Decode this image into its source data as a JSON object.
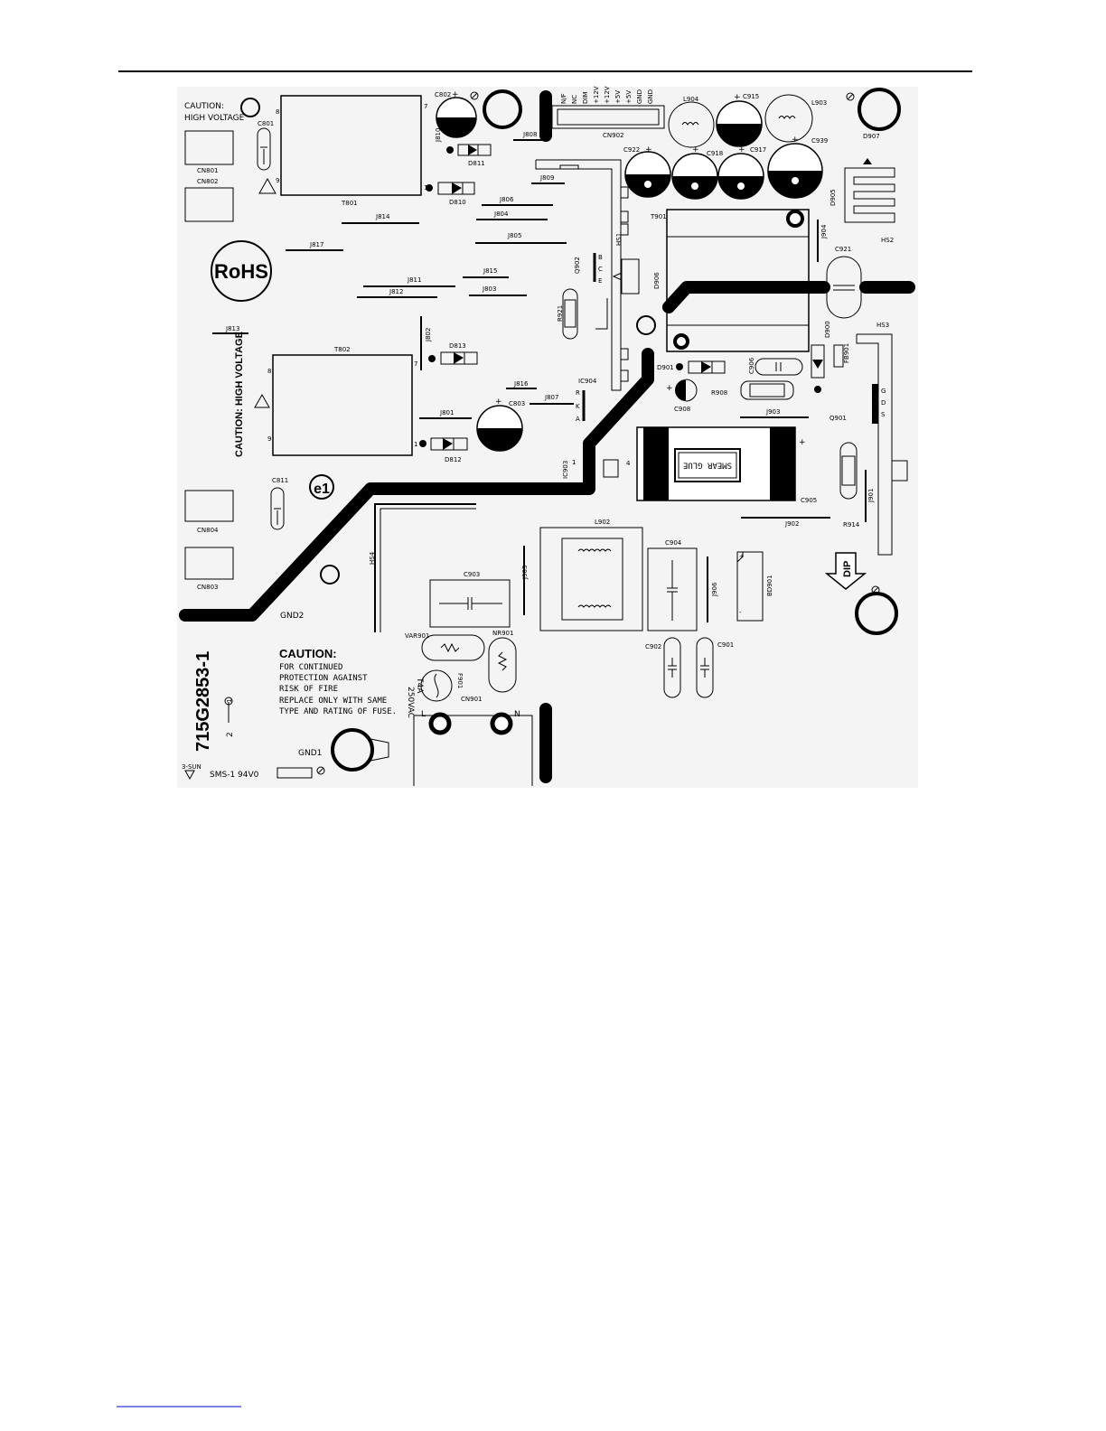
{
  "top_rule_color": "#000000",
  "bottom_link_color": "#0000cc",
  "labels": {
    "caution_hv": [
      "CAUTION:",
      "HIGH VOLTAGE"
    ],
    "rohs": "RoHS",
    "e1": "e1",
    "board_id": "715G2853-1",
    "dip": "DIP",
    "smear_glue": "SMEAR GLUE",
    "gnd2": "GND2",
    "gnd1": "GND1",
    "fuse_rating": [
      "T4A",
      "250VAC"
    ],
    "mains_l": "L",
    "mains_n": "N",
    "cert": "SMS-1 94V0",
    "cert_brand": "3-SUN",
    "vert_caution": "CAUTION: HIGH VOLTAGE"
  },
  "fire_caution": {
    "title": "CAUTION:",
    "lines": [
      "FOR CONTINUED",
      "PROTECTION AGAINST",
      "RISK OF FIRE",
      "REPLACE ONLY WITH SAME",
      "TYPE AND RATING OF FUSE."
    ]
  },
  "cn902_pins": [
    "N/F",
    "NC",
    "DIM",
    "+12V",
    "+12V",
    "+5V",
    "+5V",
    "GND",
    "GND"
  ],
  "refs": {
    "c801": "C801",
    "cn801": "CN801",
    "cn802": "CN802",
    "t801": "T801",
    "c802": "C802",
    "j810": "J810",
    "d811": "D811",
    "d810": "D810",
    "j808": "J808",
    "j809": "J809",
    "j806": "J806",
    "j804": "J804",
    "j805": "J805",
    "j814": "J814",
    "j817": "J817",
    "j815": "J815",
    "j811": "J811",
    "j812": "J812",
    "j803": "J803",
    "j813": "J813",
    "t802": "T802",
    "j802": "J802",
    "d813": "D813",
    "j816": "J816",
    "c803": "C803",
    "j807": "J807",
    "j801": "J801",
    "d812": "D812",
    "c811": "C811",
    "cn804": "CN804",
    "cn803": "CN803",
    "cn902": "CN902",
    "l904": "L904",
    "c915": "C915",
    "l903": "L903",
    "d907": "D907",
    "c922": "C922",
    "c918": "C918",
    "c917": "C917",
    "c939": "C939",
    "d905": "D905",
    "hs2": "HS2",
    "t901": "T901",
    "j904": "J904",
    "c921": "C921",
    "q902": "Q902",
    "d906": "D906",
    "r921": "R921",
    "hs1": "HS1",
    "d900": "D900",
    "fb901": "FB901",
    "hs3": "HS3",
    "d901": "D901",
    "c906": "C906",
    "r908": "R908",
    "c908": "C908",
    "j903": "J903",
    "q901": "Q901",
    "ic904": "IC904",
    "ic903": "IC903",
    "c905": "C905",
    "j901": "J901",
    "r914": "R914",
    "j902": "J902",
    "l902": "L902",
    "c904": "C904",
    "j905": "J905",
    "j906": "J906",
    "bd901": "BD901",
    "c903": "C903",
    "var901": "VAR901",
    "nr901": "NR901",
    "f901": "F901",
    "cn901": "CN901",
    "c902": "C902",
    "c901": "C901",
    "hs4": "HS4"
  },
  "pins": {
    "one": "1",
    "seven": "7",
    "eight": "8",
    "nine": "9",
    "four": "4",
    "b": "B",
    "c": "C",
    "e": "E",
    "k": "K",
    "a": "A",
    "r": "R",
    "g": "G",
    "d": "D",
    "s": "S",
    "two": "2",
    "plus": "+",
    "minus": "-"
  }
}
